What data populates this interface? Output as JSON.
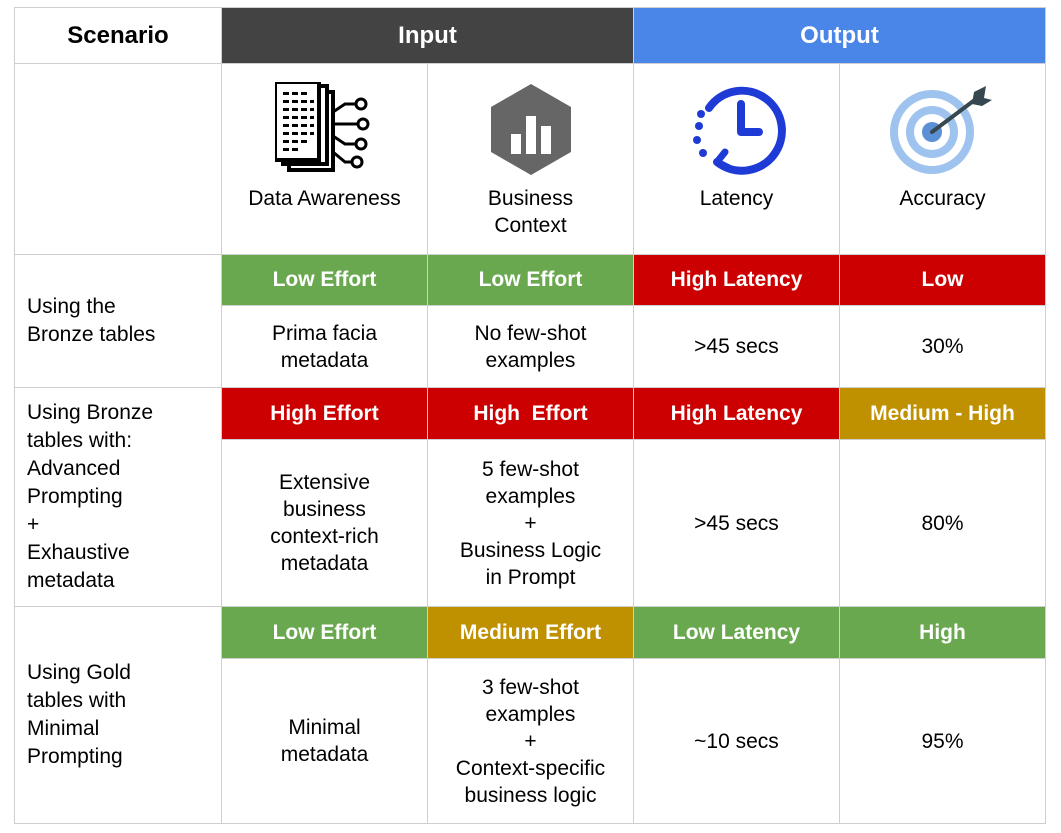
{
  "header": {
    "scenario": "Scenario",
    "input": "Input",
    "output": "Output"
  },
  "columns": [
    {
      "label": "Data Awareness",
      "icon": "document-network-icon"
    },
    {
      "label": "Business\nContext",
      "icon": "bar-chart-hexagon-icon"
    },
    {
      "label": "Latency",
      "icon": "clock-icon"
    },
    {
      "label": "Accuracy",
      "icon": "target-icon"
    }
  ],
  "rows": [
    {
      "scenario": "Using the\nBronze tables",
      "badges": [
        "Low Effort",
        "Low Effort",
        "High Latency",
        "Low"
      ],
      "details": [
        "Prima facia\nmetadata",
        "No few-shot\nexamples",
        ">45 secs",
        "30%"
      ]
    },
    {
      "scenario": "Using Bronze\ntables with:\nAdvanced\nPrompting\n      +\nExhaustive\nmetadata",
      "badges": [
        "High Effort",
        "High  Effort",
        "High Latency",
        "Medium - High"
      ],
      "details": [
        "Extensive\nbusiness\ncontext-rich\nmetadata",
        "5 few-shot\nexamples\n+\nBusiness Logic\nin Prompt",
        ">45 secs",
        "80%"
      ]
    },
    {
      "scenario": "Using Gold\ntables with\nMinimal\nPrompting",
      "badges": [
        "Low Effort",
        "Medium Effort",
        "Low Latency",
        "High"
      ],
      "details": [
        "Minimal\nmetadata",
        "3 few-shot\nexamples\n+\nContext-specific\nbusiness logic",
        "~10 secs",
        "95%"
      ]
    }
  ],
  "colors": {
    "input_header": "#434343",
    "output_header": "#4a86e8",
    "green": "#6aa84f",
    "red": "#cc0000",
    "gold": "#bf9000",
    "clock_blue": "#1f3bd6",
    "target_blue": "#5b8fd6"
  }
}
